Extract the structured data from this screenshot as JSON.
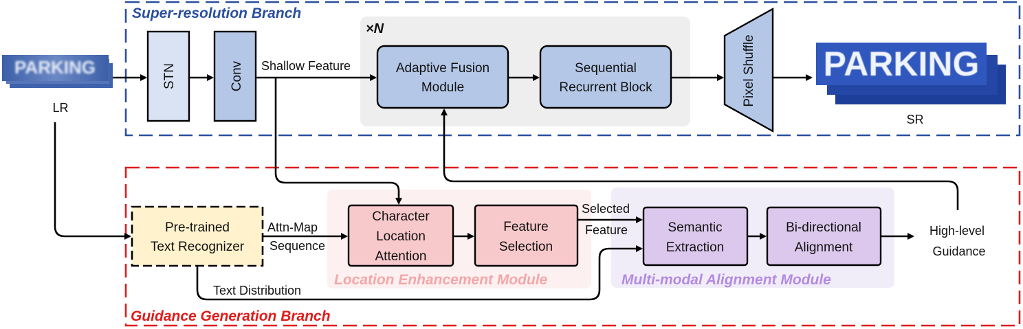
{
  "branches": {
    "super_resolution": "Super-resolution Branch",
    "guidance_generation": "Guidance Generation Branch"
  },
  "repeat_label": "×N",
  "blocks": {
    "stn": "STN",
    "conv": "Conv",
    "adaptive_fusion": [
      "Adaptive Fusion",
      "Module"
    ],
    "sequential_recurrent": [
      "Sequential",
      "Recurrent Block"
    ],
    "pixel_shuffle": "Pixel Shuffle",
    "text_recognizer": [
      "Pre-trained",
      "Text Recognizer"
    ],
    "char_location_attention": [
      "Character",
      "Location",
      "Attention"
    ],
    "feature_selection": [
      "Feature",
      "Selection"
    ],
    "semantic_extraction": [
      "Semantic",
      "Extraction"
    ],
    "bidirectional_alignment": [
      "Bi-directional",
      "Alignment"
    ]
  },
  "modules": {
    "location_enhancement": "Location Enhancement Module",
    "multimodal_alignment": "Multi-modal Alignment Module"
  },
  "labels": {
    "lr": "LR",
    "sr": "SR",
    "shallow_feature": "Shallow Feature",
    "attn_map": "Attn-Map",
    "sequence": "Sequence",
    "selected": "Selected",
    "feature": "Feature",
    "text_distribution": "Text Distribution",
    "high_level": "High-level",
    "guidance": "Guidance"
  },
  "images": {
    "lr_text": "PARKING",
    "sr_text": "PARKING"
  },
  "colors": {
    "sr_branch": "#2a4f9e",
    "gg_branch": "#e01b1b",
    "sr_block_fill": "#b4c7e7",
    "stn_fill": "#dae3f3",
    "recognizer_fill": "#fff2cc",
    "location_fill": "#f8c9cb",
    "alignment_fill": "#dcc8ec",
    "location_title": "#f4a6a8",
    "alignment_title": "#b38be0"
  }
}
